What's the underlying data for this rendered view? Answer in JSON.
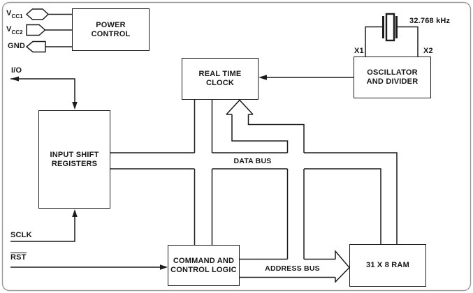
{
  "diagram": {
    "blocks": {
      "power_control": {
        "line1": "POWER",
        "line2": "CONTROL"
      },
      "real_time_clock": {
        "line1": "REAL TIME",
        "line2": "CLOCK"
      },
      "oscillator": {
        "line1": "OSCILLATOR",
        "line2": "AND DIVIDER"
      },
      "input_shift_registers": {
        "line1": "INPUT SHIFT",
        "line2": "REGISTERS"
      },
      "command_control_logic": {
        "line1": "COMMAND AND",
        "line2": "CONTROL LOGIC"
      },
      "ram": {
        "label": "31 X 8 RAM"
      }
    },
    "pins": {
      "vcc1": {
        "prefix": "V",
        "sub": "CC1"
      },
      "vcc2": {
        "prefix": "V",
        "sub": "CC2"
      },
      "gnd": "GND",
      "io": "I/O",
      "sclk": "SCLK",
      "rst": "RST"
    },
    "labels": {
      "crystal_freq": "32.768 kHz",
      "x1": "X1",
      "x2": "X2",
      "data_bus": "DATA BUS",
      "address_bus": "ADDRESS BUS"
    },
    "colors": {
      "line": "#1c1c1c",
      "background": "#ffffff",
      "frame": "#9a9a9a"
    }
  }
}
